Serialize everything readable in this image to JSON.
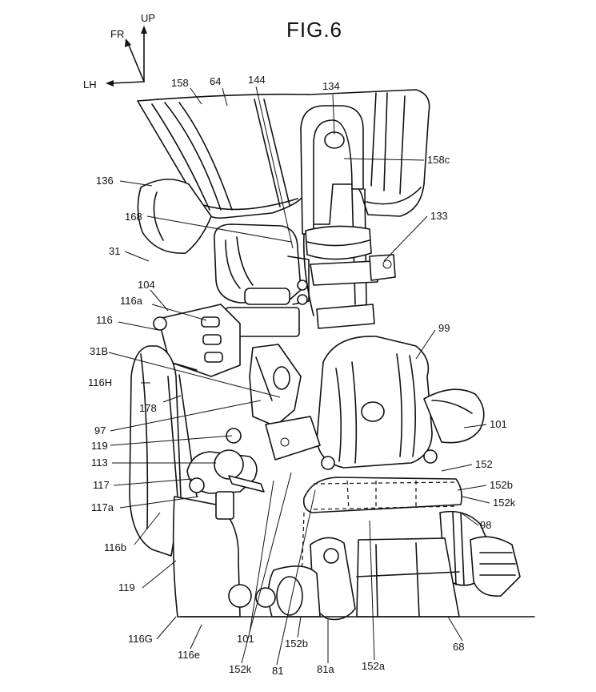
{
  "figure_title": "FIG.6",
  "directions": {
    "front": "FR",
    "up": "UP",
    "left": "LH"
  },
  "labels": {
    "l158": "158",
    "l64": "64",
    "l144": "144",
    "l134": "134",
    "l158c": "158c",
    "l136": "136",
    "l168": "168",
    "l133": "133",
    "l31": "31",
    "l104": "104",
    "l116a": "116a",
    "l116": "116",
    "l99": "99",
    "l31B": "31B",
    "l116H": "116H",
    "l178": "178",
    "l97": "97",
    "l119a": "119",
    "l101a": "101",
    "l113": "113",
    "l152": "152",
    "l117": "117",
    "l152b_r": "152b",
    "l117a": "117a",
    "l152k_r": "152k",
    "l98": "98",
    "l116b": "116b",
    "l119b": "119",
    "l116G": "116G",
    "l101b": "101",
    "l116e": "116e",
    "l152b_b": "152b",
    "l152k_b": "152k",
    "l81": "81",
    "l81a": "81a",
    "l152a": "152a",
    "l68": "68"
  }
}
